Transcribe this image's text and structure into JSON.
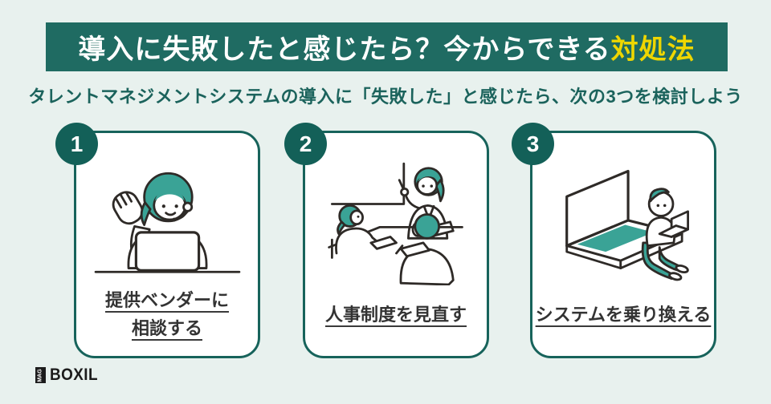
{
  "page": {
    "background_color": "#e8f1ee"
  },
  "header": {
    "title_white": "導入に失敗したと感じたら？今からできる",
    "title_yellow": "対処法",
    "background_color": "#1f6b62",
    "highlight_color": "#eed600"
  },
  "subtitle": {
    "text": "タレントマネジメントシステムの導入に「失敗した」と感じたら、次の3つを検討しよう",
    "color": "#1b635c"
  },
  "cards": [
    {
      "number": "1",
      "label_lines": [
        "提供ベンダーに",
        "相談する"
      ],
      "illustration": "support-agent-with-headset-and-laptop"
    },
    {
      "number": "2",
      "label_lines": [
        "人事制度を見直す"
      ],
      "illustration": "three-people-meeting"
    },
    {
      "number": "3",
      "label_lines": [
        "システムを乗り換える"
      ],
      "illustration": "person-sitting-on-big-laptop"
    }
  ],
  "theme": {
    "teal_dark": "#136058",
    "card_border": "#17635b",
    "illustration_teal": "#3aa396",
    "line_color": "#2e2a27",
    "label_color": "#333333"
  },
  "footer": {
    "logo_mag": "MAG",
    "logo_text": "BOXIL"
  }
}
